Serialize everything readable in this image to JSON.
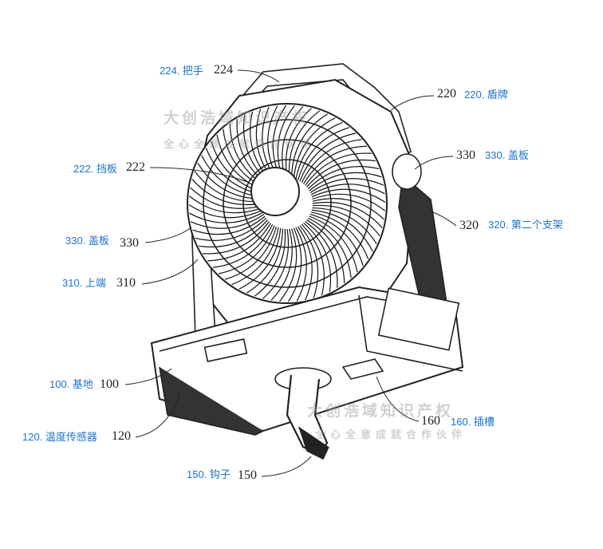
{
  "title": "Fan assembly patent figure",
  "watermark": {
    "line1": "大创浩域知识产权",
    "line2": "全心全意成就合作伙伴"
  },
  "callouts": [
    {
      "id": "handle",
      "number": "224",
      "label": "224. 把手"
    },
    {
      "id": "shield",
      "number": "220",
      "label": "220. 盾牌"
    },
    {
      "id": "baffle",
      "number": "222",
      "label": "222. 挡板"
    },
    {
      "id": "cover-right",
      "number": "330",
      "label": "330. 盖板"
    },
    {
      "id": "second-bracket",
      "number": "320",
      "label": "320. 第二个支架"
    },
    {
      "id": "cover-left",
      "number": "330",
      "label": "330. 盖板"
    },
    {
      "id": "upper-end",
      "number": "310",
      "label": "310. 上端"
    },
    {
      "id": "base",
      "number": "100",
      "label": "100. 基地"
    },
    {
      "id": "slot",
      "number": "160",
      "label": "160. 插槽"
    },
    {
      "id": "temp-sensor",
      "number": "120",
      "label": "120. 温度传感器"
    },
    {
      "id": "hook",
      "number": "150",
      "label": "150. 钩子"
    }
  ],
  "colors": {
    "label": "#1e73c8",
    "line": "#222222"
  }
}
